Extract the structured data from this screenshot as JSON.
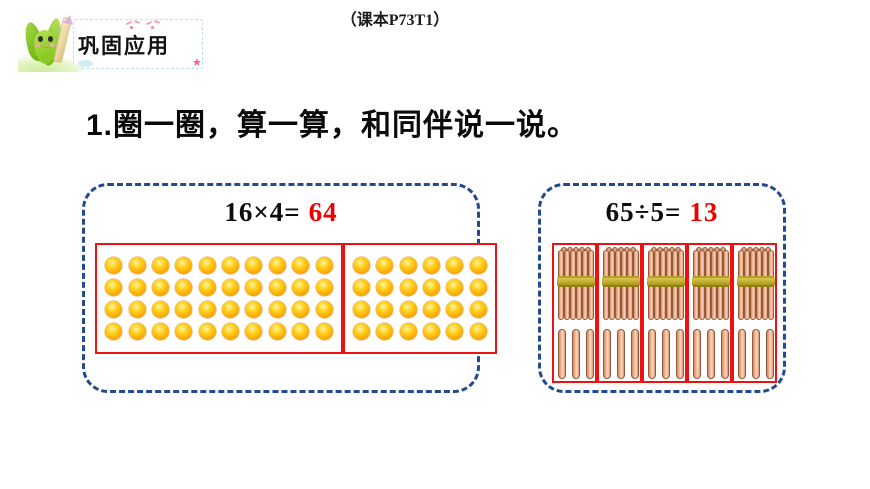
{
  "header": {
    "book_reference": "（课本P73T1）"
  },
  "banner": {
    "label": "巩固应用",
    "mascot_icon": "green-leaf-mascot-icon",
    "pencil_icon": "pencil-icon",
    "star_icon": "★"
  },
  "question": {
    "title": "1.圈一圈，算一算，和同伴说一说。"
  },
  "problems": [
    {
      "id": "multiplication",
      "expression": "16×4=",
      "answer": "64",
      "answer_color": "#ee0000",
      "model_type": "dot-array",
      "groups": [
        {
          "columns": 10,
          "rows": 4,
          "count": 40
        },
        {
          "columns": 6,
          "rows": 4,
          "count": 24
        }
      ],
      "total_dots": 64
    },
    {
      "id": "division",
      "expression": "65÷5=",
      "answer": "13",
      "answer_color": "#ee0000",
      "model_type": "counting-sticks",
      "group_count": 5,
      "sticks_per_bundle": 10,
      "loose_sticks_per_group": 3,
      "sticks_per_group": 13,
      "total_sticks": 65
    }
  ],
  "colors": {
    "panel_border": "#234a8f",
    "group_border": "#ee1111",
    "dot_fill": "#ffd21e",
    "dot_edge": "#ee8200",
    "stick_fill": "#f3b392",
    "band": "#a8951d"
  }
}
